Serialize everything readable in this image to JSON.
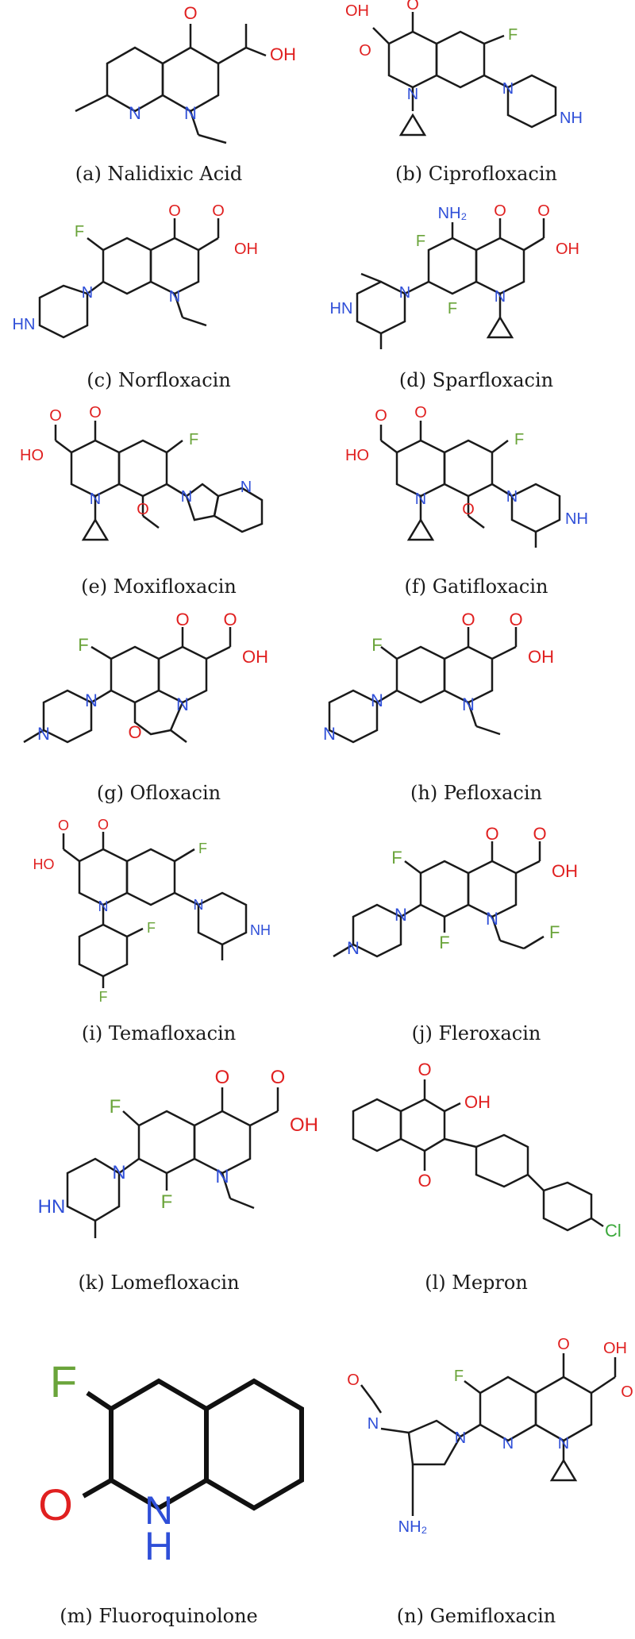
{
  "colors": {
    "bond": "#1a1a1a",
    "oxygen": "#e02020",
    "nitrogen": "#2f4fd8",
    "fluorine": "#6aa43a",
    "chlorine": "#3aa83a"
  },
  "molecules": [
    {
      "id": "a",
      "caption": "(a) Nalidixic Acid",
      "labels": [
        "O",
        "OH",
        "N",
        "N"
      ]
    },
    {
      "id": "b",
      "caption": "(b) Ciprofloxacin",
      "labels": [
        "OH",
        "O",
        "O",
        "F",
        "N",
        "N",
        "NH"
      ]
    },
    {
      "id": "c",
      "caption": "(c) Norfloxacin",
      "labels": [
        "O",
        "O",
        "OH",
        "F",
        "N",
        "N",
        "HN"
      ]
    },
    {
      "id": "d",
      "caption": "(d) Sparfloxacin",
      "labels": [
        "NH₂",
        "O",
        "O",
        "OH",
        "F",
        "F",
        "N",
        "N",
        "HN"
      ]
    },
    {
      "id": "e",
      "caption": "(e) Moxifloxacin",
      "labels": [
        "O",
        "O",
        "HO",
        "F",
        "N",
        "O",
        "N",
        "N"
      ]
    },
    {
      "id": "f",
      "caption": "(f) Gatifloxacin",
      "labels": [
        "O",
        "O",
        "HO",
        "F",
        "N",
        "O",
        "N",
        "NH"
      ]
    },
    {
      "id": "g",
      "caption": "(g) Ofloxacin",
      "labels": [
        "O",
        "O",
        "OH",
        "F",
        "N",
        "N",
        "O",
        "N"
      ]
    },
    {
      "id": "h",
      "caption": "(h) Pefloxacin",
      "labels": [
        "O",
        "O",
        "OH",
        "F",
        "N",
        "N",
        "N"
      ]
    },
    {
      "id": "i",
      "caption": "(i) Temafloxacin",
      "labels": [
        "O",
        "O",
        "HO",
        "F",
        "N",
        "F",
        "F",
        "N",
        "NH"
      ]
    },
    {
      "id": "j",
      "caption": "(j) Fleroxacin",
      "labels": [
        "O",
        "O",
        "OH",
        "F",
        "N",
        "N",
        "N",
        "F",
        "F"
      ]
    },
    {
      "id": "k",
      "caption": "(k) Lomefloxacin",
      "labels": [
        "O",
        "O",
        "OH",
        "F",
        "N",
        "F",
        "N",
        "HN"
      ]
    },
    {
      "id": "l",
      "caption": "(l) Mepron",
      "labels": [
        "O",
        "OH",
        "O",
        "Cl"
      ]
    },
    {
      "id": "m",
      "caption": "(m) Fluoroquinolone",
      "labels": [
        "F",
        "O",
        "N",
        "H"
      ]
    },
    {
      "id": "n",
      "caption": "(n) Gemifloxacin",
      "labels": [
        "O",
        "OH",
        "O",
        "F",
        "O",
        "N",
        "N",
        "N",
        "N",
        "NH₂"
      ]
    }
  ]
}
